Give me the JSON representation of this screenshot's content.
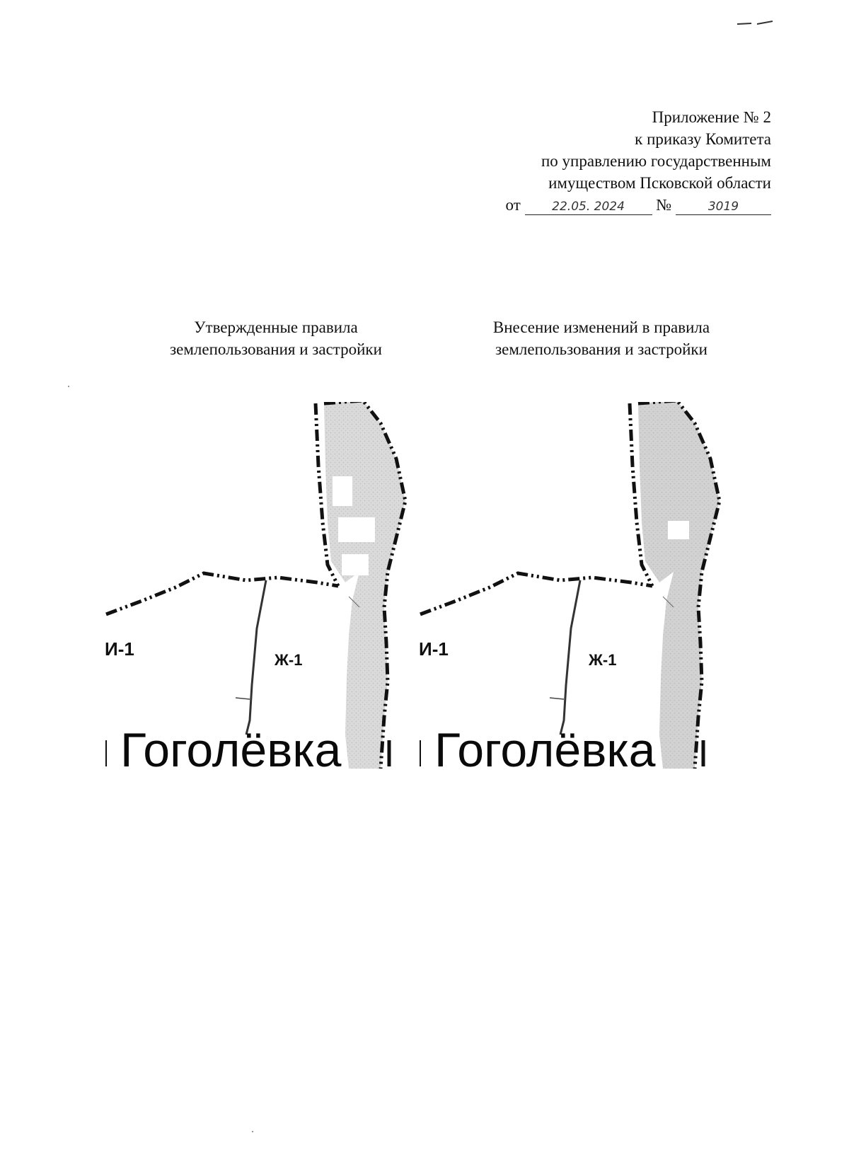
{
  "header": {
    "line1": "Приложение № 2",
    "line2": "к приказу Комитета",
    "line3": "по управлению государственным",
    "line4": "имуществом Псковской области",
    "date_prefix": "от",
    "date_value": "22.05. 2024",
    "number_prefix": "№",
    "number_value": "3019"
  },
  "left_column": {
    "title_line1": "Утвержденные правила",
    "title_line2": "землепользования и застройки",
    "zone_label_left": "И-1",
    "zone_label_center": "Ж-1",
    "settlement_name": "Гоголёвка"
  },
  "right_column": {
    "title_line1": "Внесение изменений в правила",
    "title_line2": "землепользования и застройки",
    "zone_label_left": "И-1",
    "zone_label_center": "Ж-1",
    "settlement_name": "Гоголёвка"
  },
  "map_style": {
    "zone_fill": "#d6d6d6",
    "boundary_color": "#111111"
  }
}
